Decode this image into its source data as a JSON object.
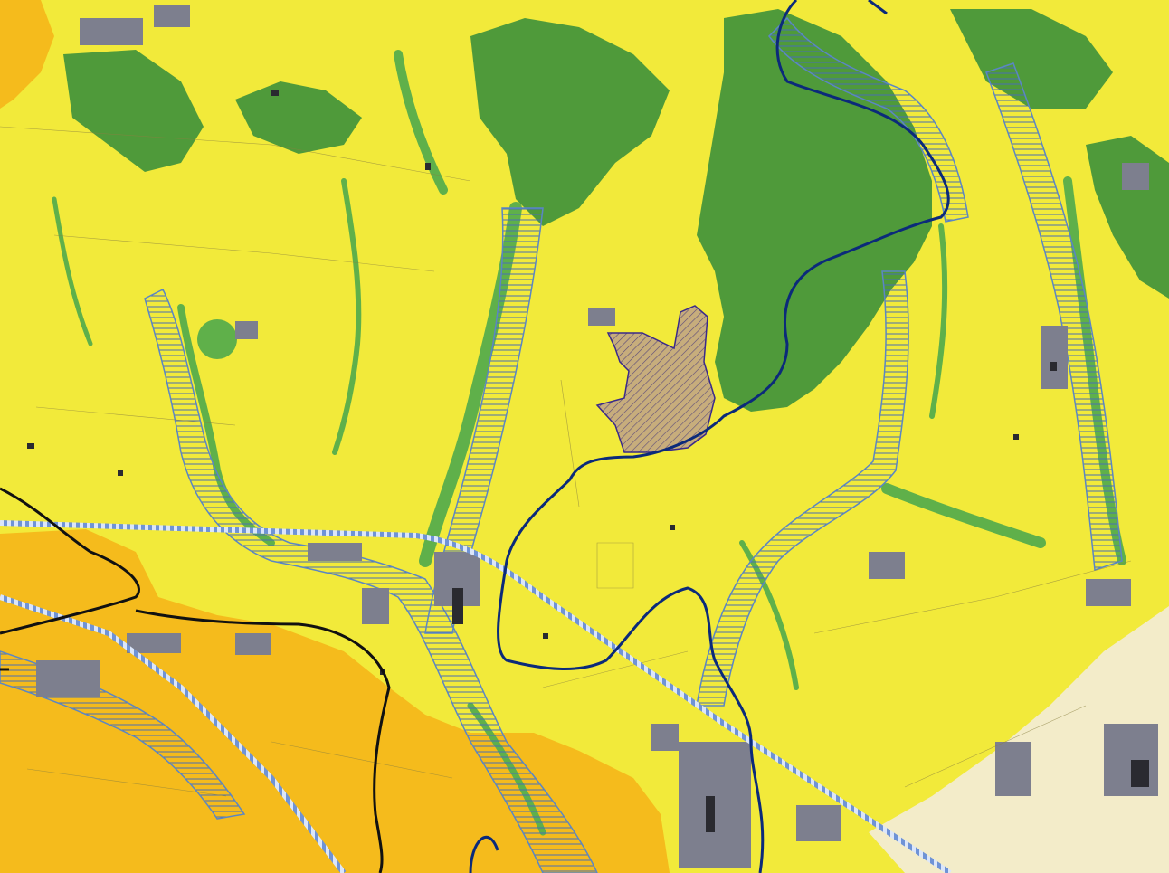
{
  "map": {
    "zones": [
      {
        "name": "agricultural-zone",
        "color": "#f2ea3a"
      },
      {
        "name": "forest-zone",
        "color": "#4f9a3a"
      },
      {
        "name": "riparian-vegetation",
        "color": "#5fb04a"
      },
      {
        "name": "hill-zone",
        "color": "#f5bb1c"
      },
      {
        "name": "urban-fabric",
        "color": "#f3ecc9"
      },
      {
        "name": "built-up-area",
        "color": "#7d7f8e"
      },
      {
        "name": "project-site",
        "color": "#c7ad7c"
      }
    ],
    "lines": {
      "boundary": "#0b2a7a",
      "black-boundary": "#111111",
      "railway": "#6f93d6",
      "flood-buffer": "#5b86c4"
    }
  }
}
